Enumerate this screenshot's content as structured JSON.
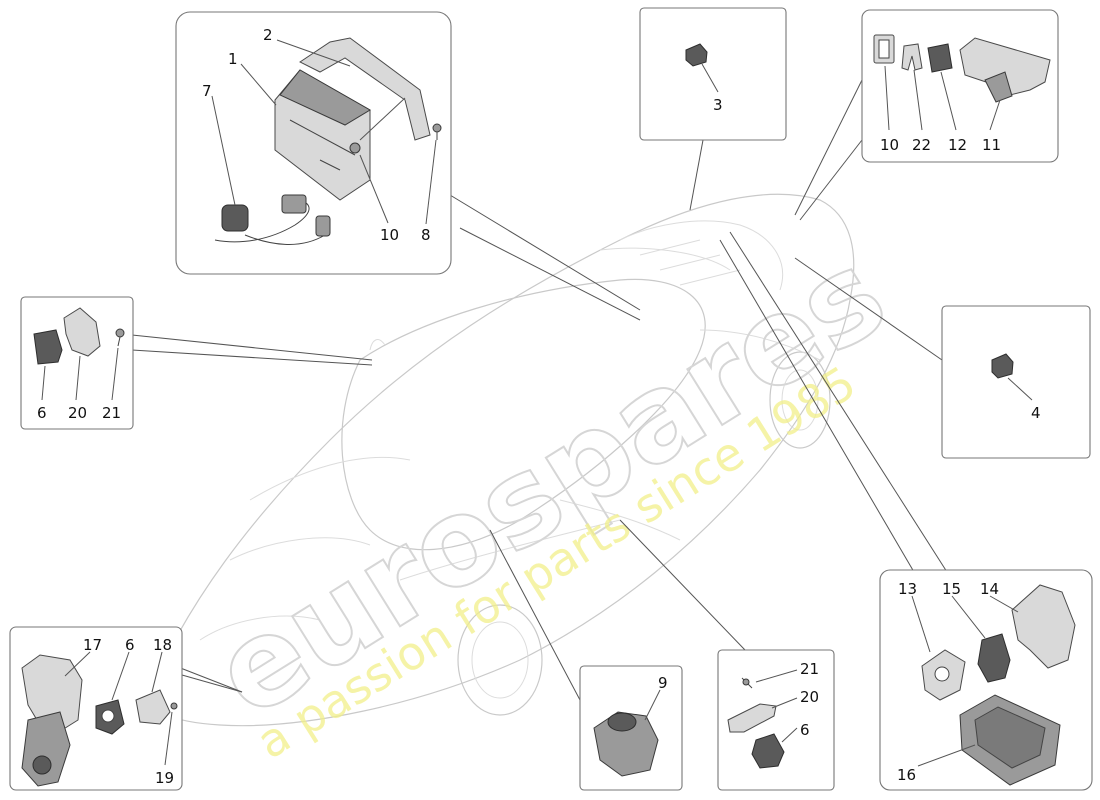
{
  "watermark": {
    "brand": "eurospares",
    "slogan": "a passion for parts since 1985"
  },
  "callouts": {
    "c1": "1",
    "c2": "2",
    "c7": "7",
    "c10a": "10",
    "c8": "8",
    "c3": "3",
    "c10b": "10",
    "c22": "22",
    "c12": "12",
    "c11": "11",
    "c6a": "6",
    "c20a": "20",
    "c21a": "21",
    "c4": "4",
    "c13": "13",
    "c15": "15",
    "c14": "14",
    "c16": "16",
    "c17": "17",
    "c6b": "6",
    "c18": "18",
    "c19": "19",
    "c9": "9",
    "c21b": "21",
    "c20b": "20",
    "c6c": "6"
  },
  "colors": {
    "watermark_outline": "#d6d6d6",
    "watermark_slogan": "#f2f08a",
    "car_outline": "#c9c9c9",
    "box_border": "#777777"
  }
}
